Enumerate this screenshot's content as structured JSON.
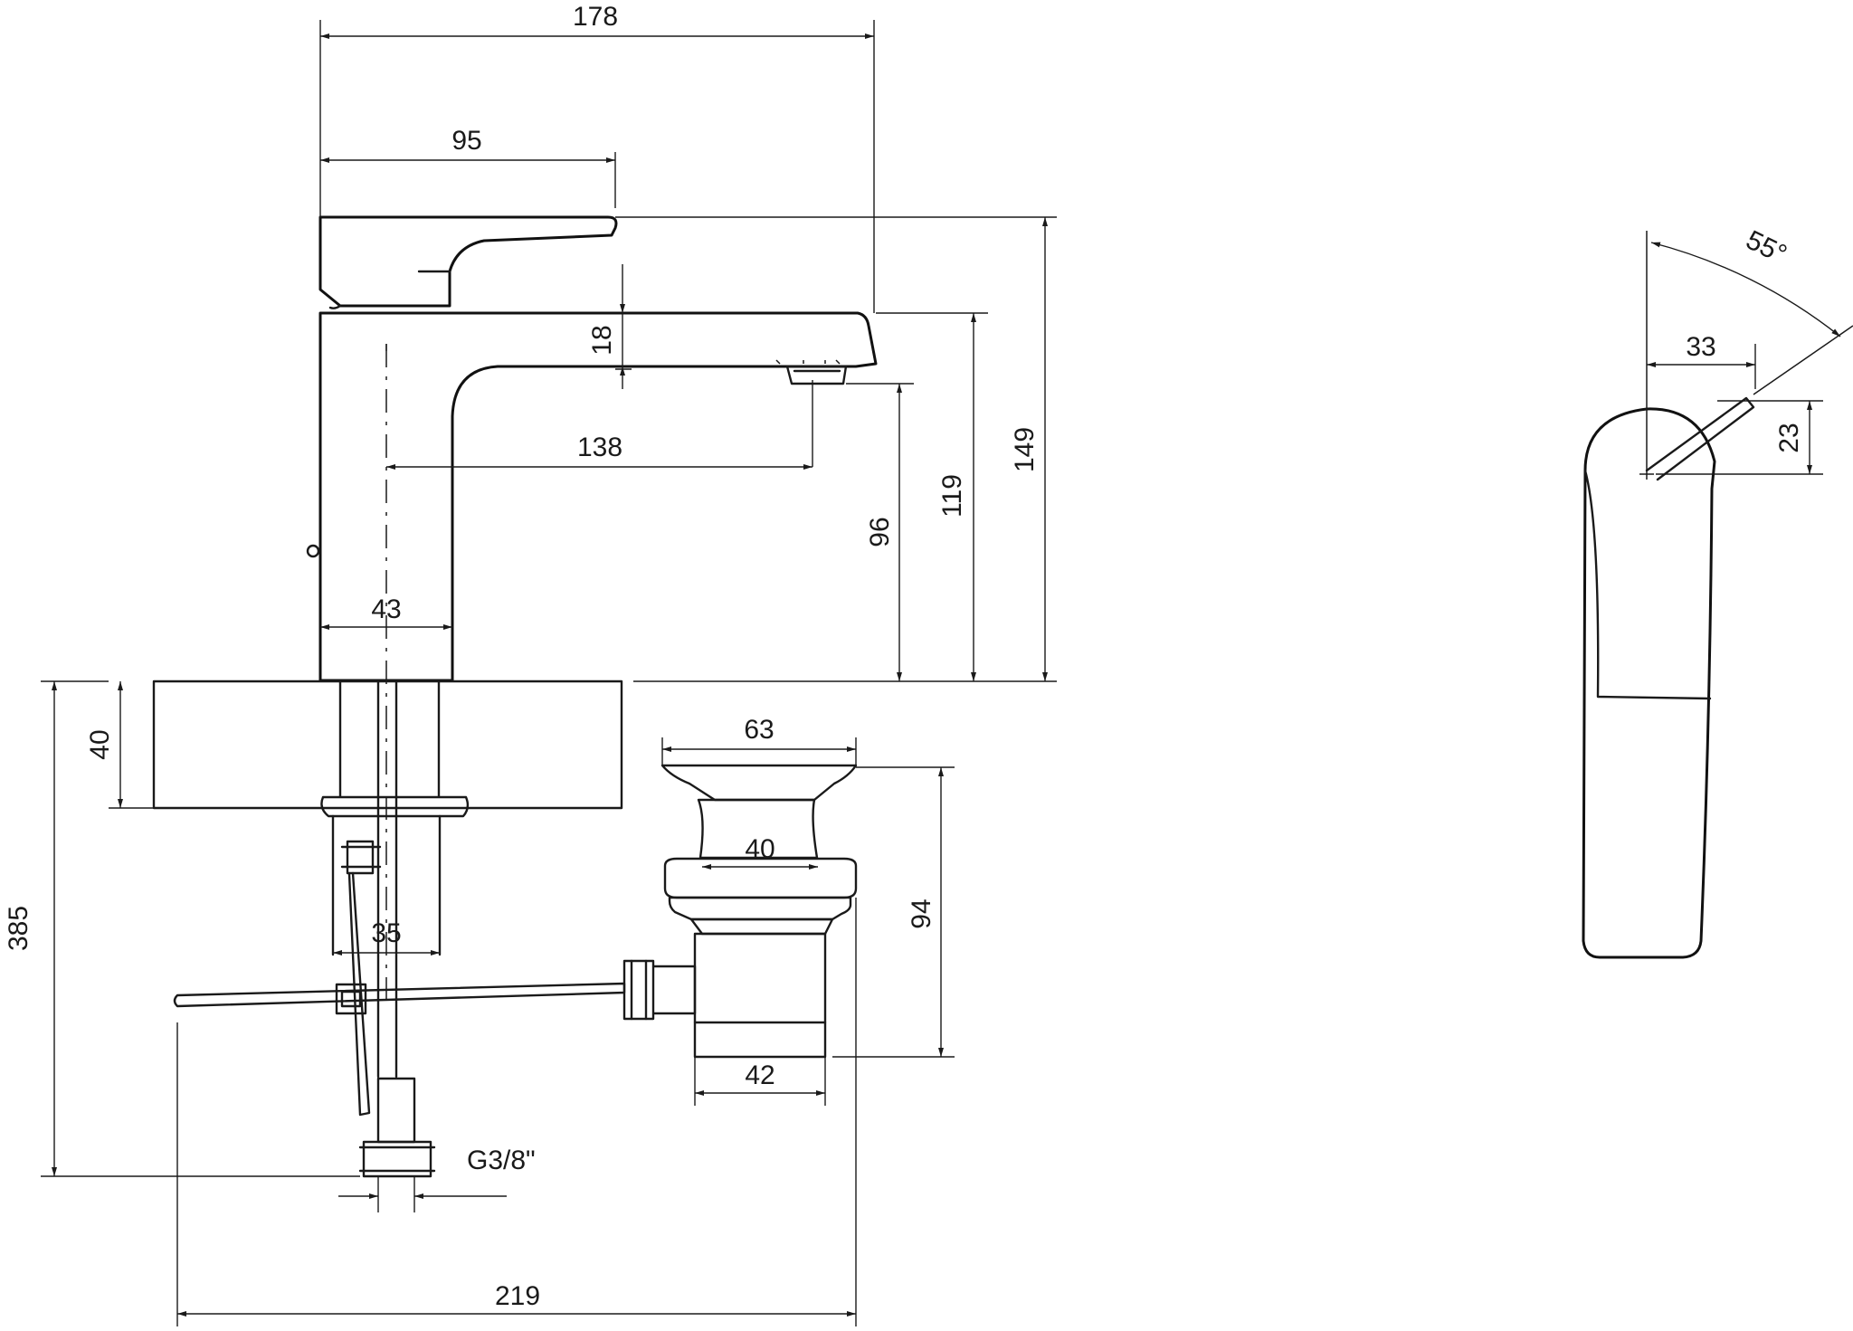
{
  "dimensions": {
    "d178": "178",
    "d95": "95",
    "d18": "18",
    "d138": "138",
    "d149": "149",
    "d119": "119",
    "d96": "96",
    "d43": "43",
    "d40_deck": "40",
    "d385": "385",
    "d35": "35",
    "d63": "63",
    "d40_waste": "40",
    "d94": "94",
    "d42": "42",
    "d219": "219",
    "thread": "G3/8\"",
    "angle": "55°",
    "d33": "33",
    "d23": "23"
  }
}
